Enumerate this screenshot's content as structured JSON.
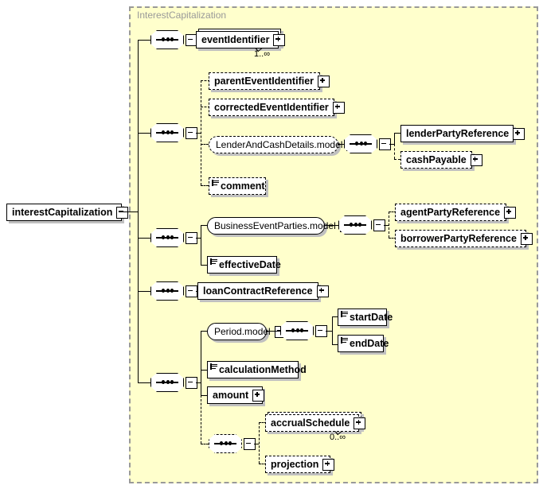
{
  "diagram": {
    "type": "xsd-schema-tree",
    "root": {
      "label": "interestCapitalization",
      "toggle": "minus"
    },
    "container": {
      "label": "InterestCapitalization",
      "background": "#ffffcc",
      "border": "#999999"
    },
    "compositors": [
      {
        "name": "sequence-1",
        "kind": "sequence",
        "required": true,
        "toggle": "minus"
      },
      {
        "name": "sequence-2",
        "kind": "sequence",
        "required": true,
        "toggle": "minus"
      },
      {
        "name": "sequence-3",
        "kind": "sequence",
        "required": true,
        "toggle": "minus"
      },
      {
        "name": "sequence-4",
        "kind": "sequence",
        "required": true,
        "toggle": "minus"
      },
      {
        "name": "sequence-5",
        "kind": "sequence",
        "required": true,
        "toggle": "minus"
      },
      {
        "name": "sequence-lender",
        "kind": "sequence",
        "required": true,
        "toggle": "minus"
      },
      {
        "name": "sequence-parties",
        "kind": "sequence",
        "required": true,
        "toggle": "minus"
      },
      {
        "name": "sequence-period",
        "kind": "sequence",
        "required": true,
        "toggle": "minus"
      },
      {
        "name": "sequence-accrual",
        "kind": "sequence",
        "required": false,
        "toggle": "minus"
      }
    ],
    "nodes": {
      "eventIdentifier": {
        "label": "eventIdentifier",
        "toggle": "plus",
        "optional": false,
        "repeating": true,
        "cardinality": "1..∞",
        "simpleType": false
      },
      "parentEventIdentifier": {
        "label": "parentEventIdentifier",
        "toggle": "plus",
        "optional": true,
        "repeating": false,
        "cardinality": "",
        "simpleType": false
      },
      "correctedEventIdentifier": {
        "label": "correctedEventIdentifier",
        "toggle": "plus",
        "optional": true,
        "repeating": false,
        "cardinality": "",
        "simpleType": false
      },
      "LenderAndCashDetails.model": {
        "label": "LenderAndCashDetails.model",
        "toggle": "minus",
        "optional": true,
        "repeating": false,
        "cardinality": "",
        "simpleType": false,
        "isModel": true
      },
      "lenderPartyReference": {
        "label": "lenderPartyReference",
        "toggle": "plus",
        "optional": false,
        "repeating": false,
        "cardinality": "",
        "simpleType": false
      },
      "cashPayable": {
        "label": "cashPayable",
        "toggle": "plus",
        "optional": true,
        "repeating": false,
        "cardinality": "",
        "simpleType": false
      },
      "comment": {
        "label": "comment",
        "toggle": "none",
        "optional": true,
        "repeating": false,
        "cardinality": "",
        "simpleType": true
      },
      "BusinessEventParties.model": {
        "label": "BusinessEventParties.model",
        "toggle": "minus",
        "optional": false,
        "repeating": false,
        "cardinality": "",
        "simpleType": false,
        "isModel": true
      },
      "agentPartyReference": {
        "label": "agentPartyReference",
        "toggle": "plus",
        "optional": true,
        "repeating": false,
        "cardinality": "",
        "simpleType": false
      },
      "borrowerPartyReference": {
        "label": "borrowerPartyReference",
        "toggle": "plus",
        "optional": true,
        "repeating": false,
        "cardinality": "",
        "simpleType": false
      },
      "effectiveDate": {
        "label": "effectiveDate",
        "toggle": "none",
        "optional": false,
        "repeating": false,
        "cardinality": "",
        "simpleType": true
      },
      "loanContractReference": {
        "label": "loanContractReference",
        "toggle": "plus",
        "optional": false,
        "repeating": false,
        "cardinality": "",
        "simpleType": false
      },
      "Period.model": {
        "label": "Period.model",
        "toggle": "minus",
        "optional": false,
        "repeating": false,
        "cardinality": "",
        "simpleType": false,
        "isModel": true
      },
      "startDate": {
        "label": "startDate",
        "toggle": "none",
        "optional": false,
        "repeating": false,
        "cardinality": "",
        "simpleType": true
      },
      "endDate": {
        "label": "endDate",
        "toggle": "none",
        "optional": false,
        "repeating": false,
        "cardinality": "",
        "simpleType": true
      },
      "calculationMethod": {
        "label": "calculationMethod",
        "toggle": "none",
        "optional": false,
        "repeating": false,
        "cardinality": "",
        "simpleType": true
      },
      "amount": {
        "label": "amount",
        "toggle": "plus",
        "optional": false,
        "repeating": false,
        "cardinality": "",
        "simpleType": false
      },
      "accrualSchedule": {
        "label": "accrualSchedule",
        "toggle": "plus",
        "optional": true,
        "repeating": true,
        "cardinality": "0..∞",
        "simpleType": false
      },
      "projection": {
        "label": "projection",
        "toggle": "plus",
        "optional": true,
        "repeating": false,
        "cardinality": "",
        "simpleType": false
      }
    }
  }
}
